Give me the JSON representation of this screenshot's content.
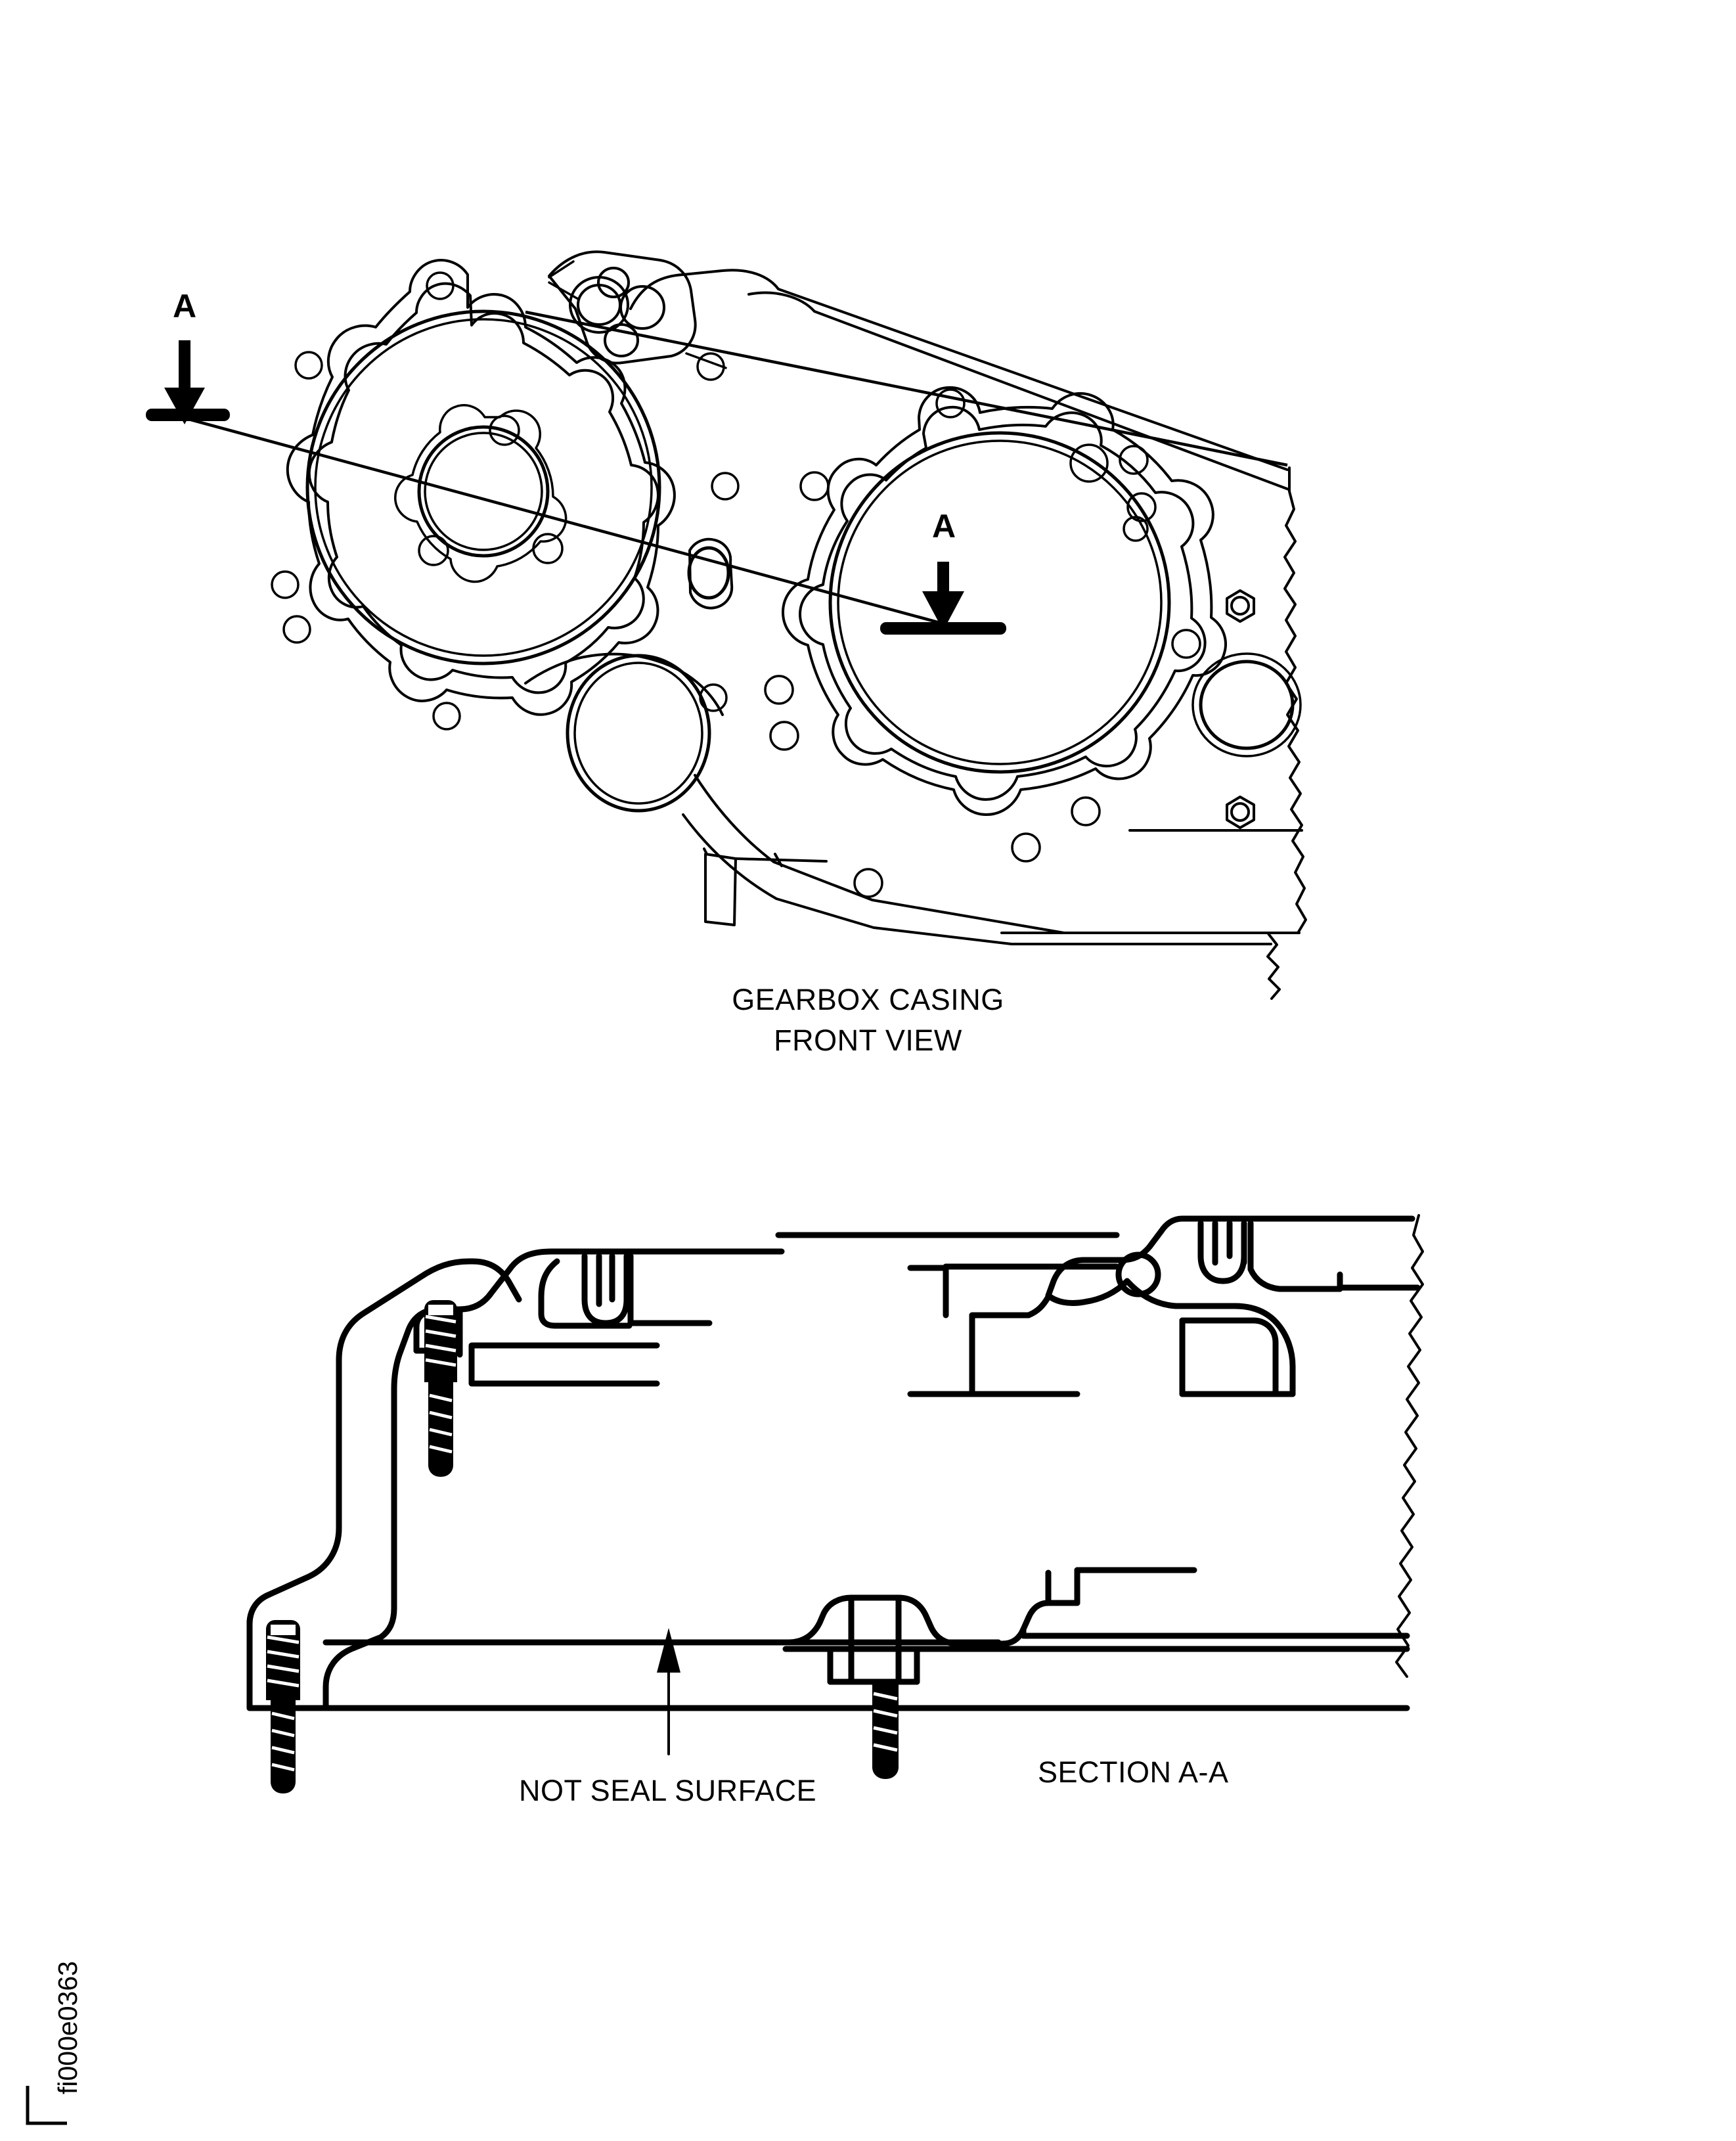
{
  "document": {
    "type": "technical-drawing",
    "figure_id": "fi000e0363",
    "background_color": "#ffffff",
    "line_color": "#000000"
  },
  "front_view": {
    "caption_line_1": "GEARBOX CASING",
    "caption_line_2": "FRONT VIEW",
    "section_marks": [
      {
        "id": "left",
        "letter": "A",
        "direction": "down"
      },
      {
        "id": "right",
        "letter": "A",
        "direction": "down"
      }
    ]
  },
  "section_view": {
    "caption": "SECTION A-A",
    "annotations": [
      {
        "label": "NOT SEAL SURFACE",
        "pointer": "arrow-up"
      }
    ]
  },
  "labels": {
    "section_letter": "A"
  }
}
